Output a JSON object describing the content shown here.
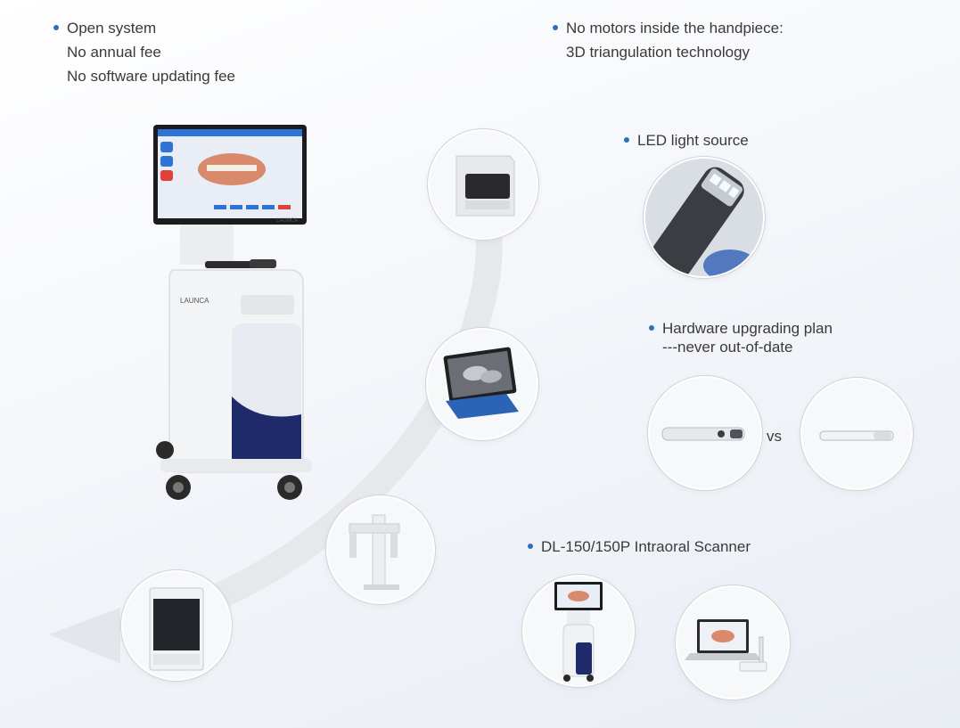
{
  "features": {
    "open_system": {
      "title": "Open system",
      "lines": [
        "No annual fee",
        "No software updating fee"
      ]
    },
    "no_motors": {
      "title": "No motors inside the handpiece:",
      "lines": [
        "3D triangulation technology"
      ]
    },
    "led": {
      "title": "LED light source"
    },
    "hardware": {
      "title": "Hardware upgrading plan",
      "lines": [
        "---never out-of-date"
      ]
    },
    "scanner": {
      "title": "DL-150/150P Intraoral Scanner"
    }
  },
  "comparison": {
    "vs": "vs"
  },
  "brand": {
    "logo": "LAUNCA"
  },
  "colors": {
    "bullet": "#2f6fb4",
    "arc": "#e6e8ec",
    "accent_navy": "#1f2a6b"
  }
}
